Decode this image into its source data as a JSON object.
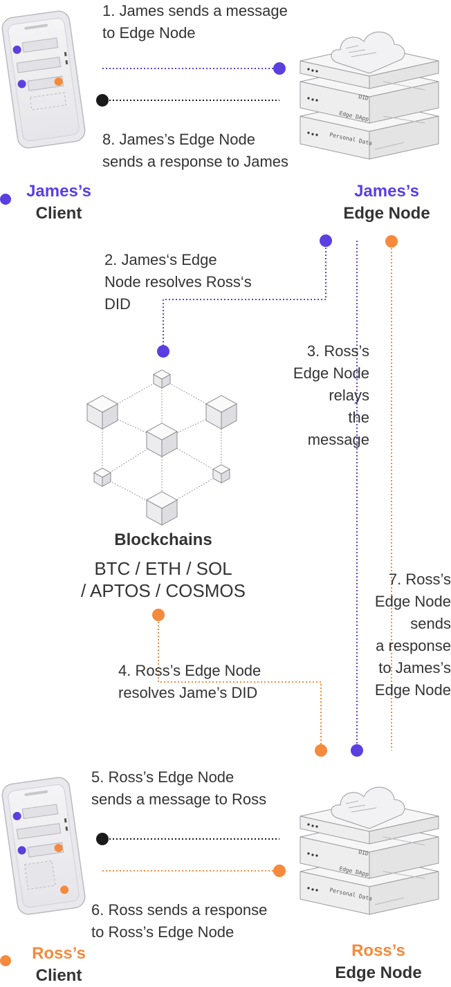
{
  "colors": {
    "purple": "#5b3fe0",
    "orange": "#f58a3c",
    "dark": "#1a1a1a",
    "text": "#333333"
  },
  "steps": {
    "s1": [
      "1. James sends a message",
      "to Edge Node"
    ],
    "s2": [
      "2. James‘s Edge",
      "Node resolves Ross‘s",
      "DID"
    ],
    "s3": [
      "3. Ross’s",
      "Edge Node",
      "relays",
      "the",
      "message"
    ],
    "s4": [
      "4. Ross’s Edge Node",
      "resolves Jame’s DID"
    ],
    "s5": [
      "5. Ross’s Edge Node",
      "sends a message to Ross"
    ],
    "s6": [
      "6. Ross sends a response",
      "to Ross’s Edge Node"
    ],
    "s7": [
      "7. Ross’s",
      "Edge Node",
      "sends",
      "a response",
      "to James’s",
      "Edge Node"
    ],
    "s8": [
      "8. James’s Edge Node",
      "sends a response to James"
    ]
  },
  "labels": {
    "james_client": {
      "line1": "James’s",
      "line2": "Client"
    },
    "james_edge": {
      "line1": "James’s",
      "line2": "Edge Node"
    },
    "ross_client": {
      "line1": "Ross’s",
      "line2": "Client"
    },
    "ross_edge": {
      "line1": "Ross’s",
      "line2": "Edge Node"
    }
  },
  "blockchains": {
    "title": "Blockchains",
    "line1": "BTC / ETH / SOL",
    "line2": "/ APTOS / COSMOS"
  },
  "server_layers": {
    "l1": "DID",
    "l2": "Edge DApp",
    "l3": "Personal Data"
  }
}
